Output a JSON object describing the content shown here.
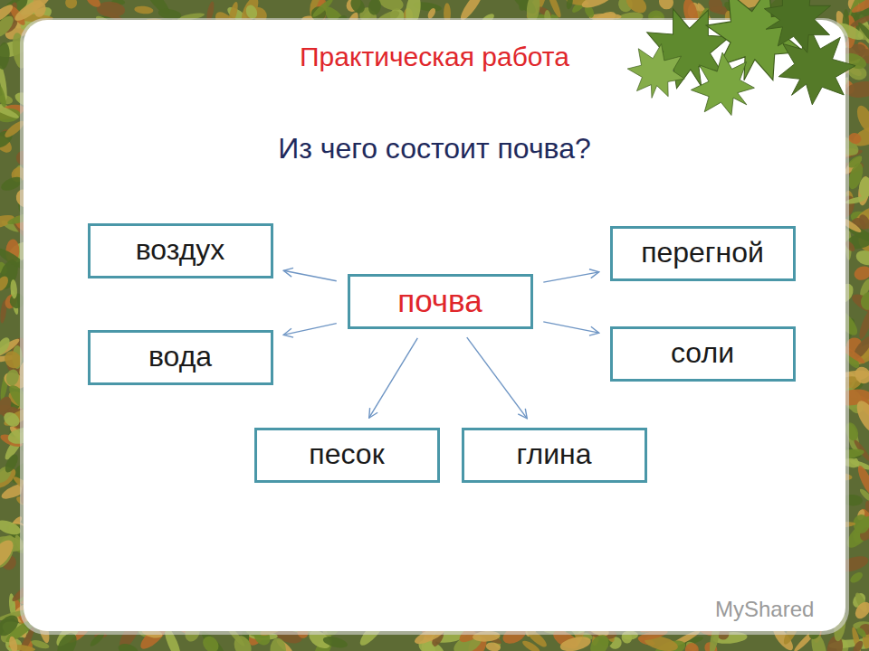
{
  "diagram": {
    "title": "Практическая работа",
    "nodes": [
      {
        "text": [
          "воздух"
        ]
      },
      {
        "text": [
          "перегной"
        ]
      },
      {
        "text": [
          "почва"
        ]
      },
      {
        "text": [
          "вода"
        ]
      },
      {
        "text": [
          "соли"
        ]
      },
      {
        "text": [
          "песок"
        ]
      },
      {
        "text": [
          "глина"
        ]
      }
    ],
    "edges": [
      {
        "from": 2,
        "to": 0,
        "arrow": "to"
      },
      {
        "from": 2,
        "to": 3,
        "arrow": "to"
      },
      {
        "from": 2,
        "to": 1,
        "arrow": "to"
      },
      {
        "from": 2,
        "to": 4,
        "arrow": "to"
      },
      {
        "from": 2,
        "to": 5,
        "arrow": "to"
      },
      {
        "from": 2,
        "to": 6,
        "arrow": "to"
      }
    ],
    "labels": [
      "Из чего состоит почва?",
      "MyShared"
    ]
  }
}
